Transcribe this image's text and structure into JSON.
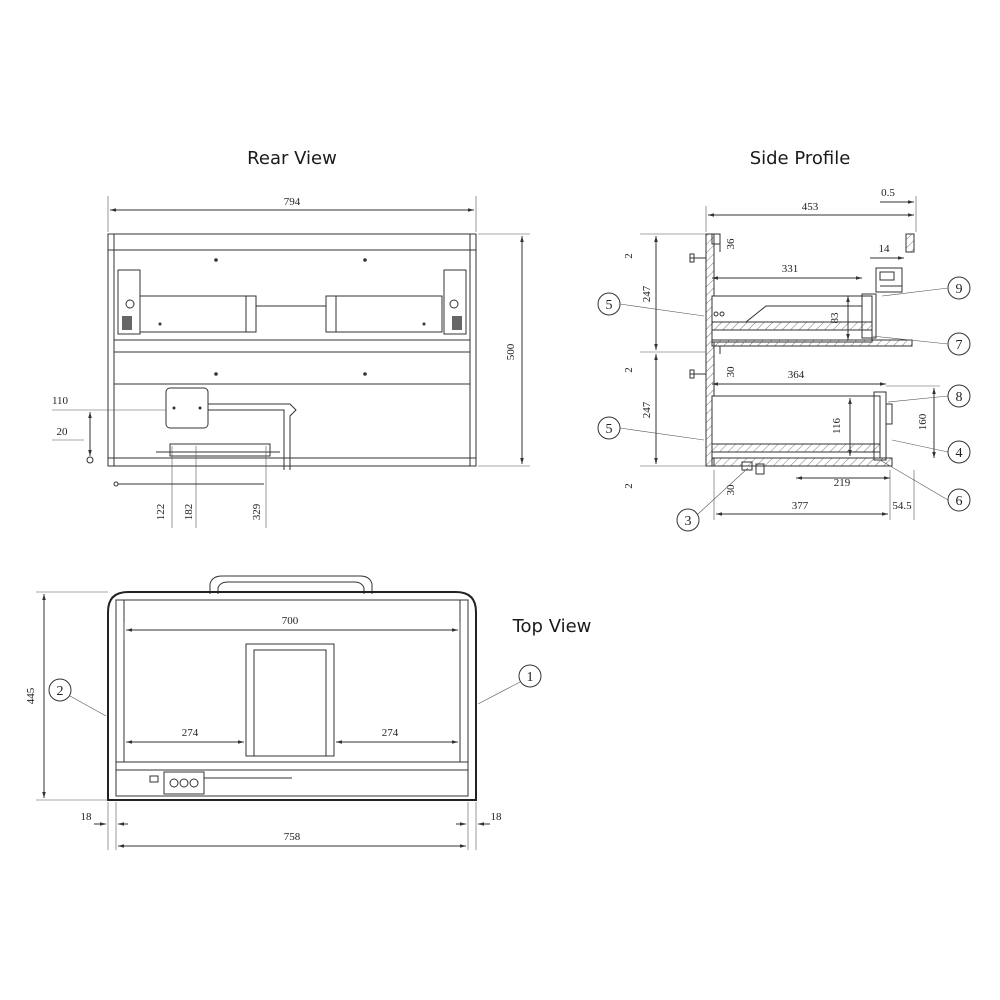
{
  "titles": {
    "rear_view": "Rear View",
    "side_profile": "Side Profile",
    "top_view": "Top View"
  },
  "rear_view": {
    "width": "794",
    "height": "500",
    "dim_110": "110",
    "dim_20": "20",
    "dim_122": "122",
    "dim_182": "182",
    "dim_329": "329"
  },
  "side_profile": {
    "depth": "453",
    "gap_05": "0.5",
    "dim_36": "36",
    "dim_14": "14",
    "dim_331": "331",
    "dim_83": "83",
    "dim_364": "364",
    "dim_30_top": "30",
    "dim_116": "116",
    "dim_160": "160",
    "dim_219": "219",
    "dim_30_bottom": "30",
    "dim_377": "377",
    "dim_545": "54.5",
    "dim_2_a": "2",
    "dim_247_a": "247",
    "dim_2_b": "2",
    "dim_247_b": "247",
    "dim_2_c": "2",
    "callouts": [
      "5",
      "5",
      "3",
      "9",
      "7",
      "8",
      "4",
      "6"
    ]
  },
  "top_view": {
    "depth": "445",
    "inner_width": "700",
    "left_inner": "274",
    "right_inner": "274",
    "side_left": "18",
    "side_right": "18",
    "outer_width": "758",
    "callouts": [
      "2",
      "1"
    ]
  }
}
